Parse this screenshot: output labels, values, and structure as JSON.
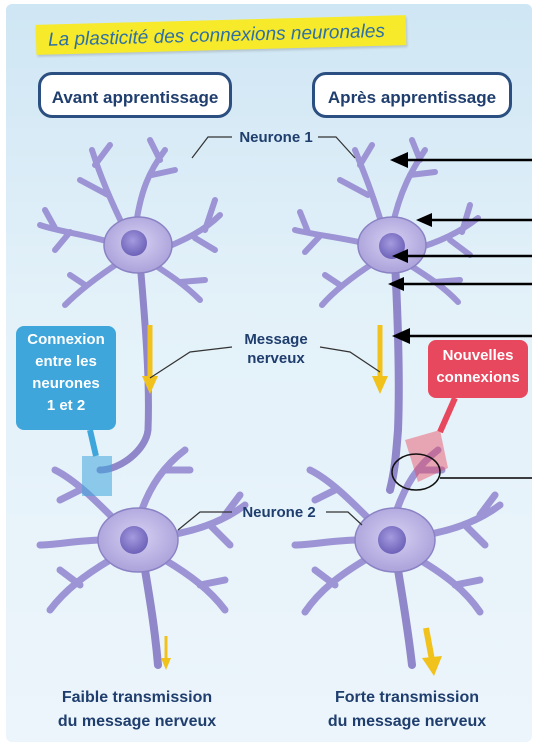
{
  "title": "La plasticité des connexions neuronales",
  "panels": {
    "before": "Avant apprentissage",
    "after": "Après apprentissage"
  },
  "labels": {
    "neuron1": "Neurone 1",
    "neuron2": "Neurone 2",
    "message_line1": "Message",
    "message_line2": "nerveux"
  },
  "callouts": {
    "connection": [
      "Connexion",
      "entre les",
      "neurones",
      "1 et 2"
    ],
    "new_connections": [
      "Nouvelles",
      "connexions"
    ]
  },
  "captions": {
    "weak": [
      "Faible transmission",
      "du message nerveux"
    ],
    "strong": [
      "Forte transmission",
      "du message nerveux"
    ]
  },
  "colors": {
    "neuron_fill": "#b6aee0",
    "neuron_stroke": "#6a63a8",
    "nucleus": "#8f86cc",
    "arrow_yellow": "#f1c21b",
    "callout_blue": "#3fa6dc",
    "callout_red": "#e8485e",
    "title_banner": "#f7ea2a"
  }
}
